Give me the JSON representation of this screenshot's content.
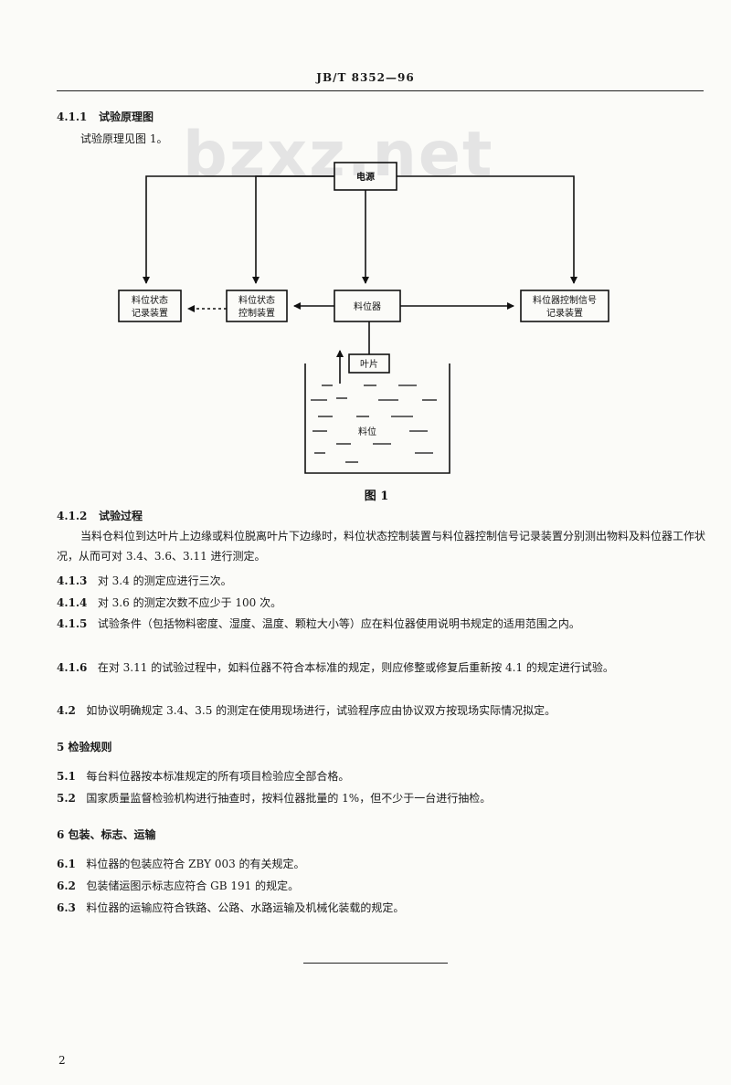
{
  "header": {
    "doc_code": "JB/T 8352—96"
  },
  "watermark": "bzxz.net",
  "section_4_1_1": {
    "number": "4.1.1",
    "title": "试验原理图",
    "text": "试验原理见图 1。"
  },
  "diagram": {
    "power": "电源",
    "level_gauge": "料位器",
    "state_recorder": "料位状态记录装置",
    "state_controller": "料位状态控制装置",
    "signal_recorder": "料位器控制信号记录装置",
    "blade": "叶片",
    "material": "料位",
    "caption": "图 1"
  },
  "section_4_1_2": {
    "number": "4.1.2",
    "title": "试验过程",
    "text": "当料仓料位到达叶片上边缘或料位脱离叶片下边缘时，料位状态控制装置与料位器控制信号记录装置分别测出物料及料位器工作状况，从而可对 3.4、3.6、3.11 进行测定。"
  },
  "items": [
    {
      "number": "4.1.3",
      "text": "对 3.4 的测定应进行三次。"
    },
    {
      "number": "4.1.4",
      "text": "对 3.6 的测定次数不应少于 100 次。"
    },
    {
      "number": "4.1.5",
      "text": "试验条件（包括物料密度、湿度、温度、颗粒大小等）应在料位器使用说明书规定的适用范围之内。"
    },
    {
      "number": "4.1.6",
      "text": "在对 3.11 的试验过程中，如料位器不符合本标准的规定，则应修整或修复后重新按 4.1 的规定进行试验。"
    },
    {
      "number": "4.2",
      "text": "如协议明确规定 3.4、3.5 的测定在使用现场进行，试验程序应由协议双方按现场实际情况拟定。"
    }
  ],
  "section_5": {
    "heading": "5  检验规则",
    "items": [
      {
        "number": "5.1",
        "text": "每台料位器按本标准规定的所有项目检验应全部合格。"
      },
      {
        "number": "5.2",
        "text": "国家质量监督检验机构进行抽查时，按料位器批量的 1%，但不少于一台进行抽检。"
      }
    ]
  },
  "section_6": {
    "heading": "6  包装、标志、运输",
    "items": [
      {
        "number": "6.1",
        "text": "料位器的包装应符合 ZBY 003 的有关规定。"
      },
      {
        "number": "6.2",
        "text": "包装储运图示标志应符合 GB 191 的规定。"
      },
      {
        "number": "6.3",
        "text": "料位器的运输应符合铁路、公路、水路运输及机械化装载的规定。"
      }
    ]
  },
  "page_number": "2"
}
